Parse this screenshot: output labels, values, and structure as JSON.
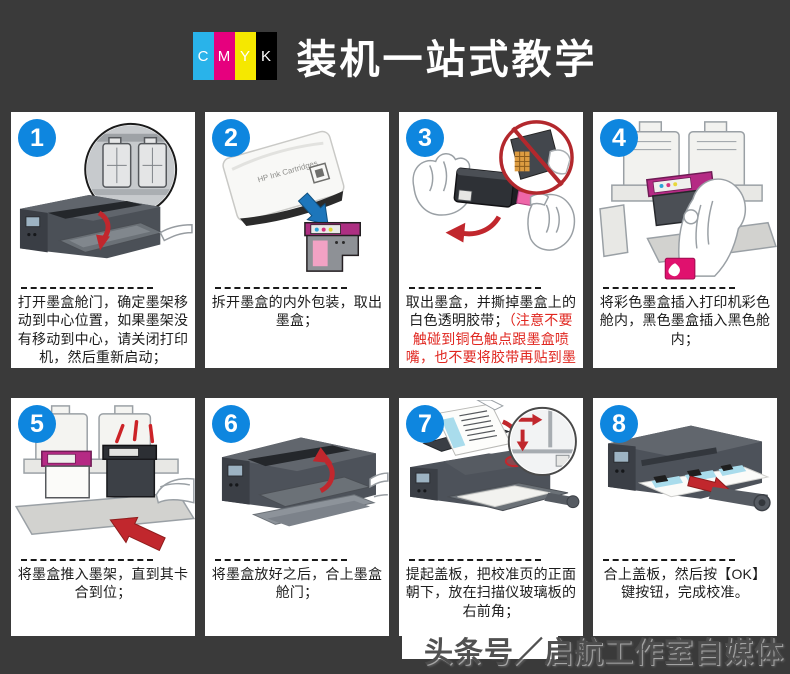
{
  "header": {
    "title": "装机一站式教学",
    "logo_letters": [
      "C",
      "M",
      "Y",
      "K"
    ],
    "logo_colors": [
      "#29b3ea",
      "#e6007e",
      "#f5e800",
      "#000000"
    ]
  },
  "steps": [
    {
      "num": "1",
      "illustration": "printer-open-cartridge-door-with-magnifier",
      "text": "打开墨盒舱门，确定墨架移动到中心位置，如果墨架没有移动到中心，请关闭打印机，然后重新启动；"
    },
    {
      "num": "2",
      "illustration": "cartridge-package-unwrapped",
      "package_label": "HP Ink Cartridges",
      "text": "拆开墨盒的内外包装，取出墨盒；"
    },
    {
      "num": "3",
      "illustration": "peel-tape-off-cartridge-no-touch-contacts",
      "text": "取出墨盒，并撕掉墨盒上的白色透明胶带；",
      "text_warning": "（注意不要触碰到铜色触点跟墨盒喷嘴，也不要将胶带再贴到墨盒上）"
    },
    {
      "num": "4",
      "illustration": "insert-color-cartridge-into-carriage",
      "text": "将彩色墨盒插入打印机彩色舱内，黑色墨盒插入黑色舱内；"
    },
    {
      "num": "5",
      "illustration": "push-cartridge-until-click",
      "text": "将墨盒推入墨架，直到其卡合到位；"
    },
    {
      "num": "6",
      "illustration": "close-cartridge-door",
      "text": "将墨盒放好之后，合上墨盒舱门；"
    },
    {
      "num": "7",
      "illustration": "place-calibration-page-on-scanner-glass",
      "text": "提起盖板，把校准页的正面朝下，放在扫描仪玻璃板的右前角；"
    },
    {
      "num": "8",
      "illustration": "press-ok-finish-calibration",
      "text": "合上盖板，然后按【OK】键按钮，完成校准。"
    }
  ],
  "watermark": {
    "text": "头条号／启航工作室自媒体"
  },
  "colors": {
    "page_background": "#3a3a3a",
    "panel_background": "#ffffff",
    "step_badge_blue": "#0e86df",
    "warning_red": "#e0261f",
    "arrow_red": "#c1272d",
    "arrow_blue": "#1d76bb",
    "cartridge_magenta": "#b52a84",
    "tape_pink": "#ee66a8"
  }
}
